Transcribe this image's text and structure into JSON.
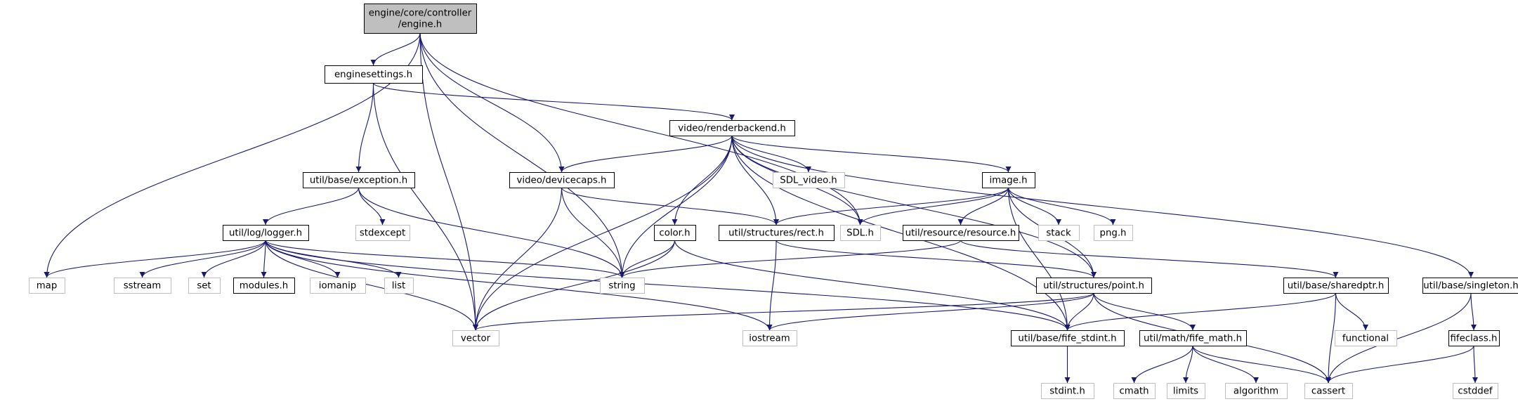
{
  "diagram": {
    "title": "",
    "colors": {
      "edge": "#191970",
      "focus_fill": "#bfbfbf",
      "doc_border": "#000000",
      "ext_border": "#bfbfbf",
      "ext_text": "#000000"
    },
    "nodes": [
      {
        "id": "engine",
        "lines": [
          "engine/core/controller",
          "/engine.h"
        ],
        "kind": "focus"
      },
      {
        "id": "enginesettings",
        "lines": [
          "enginesettings.h"
        ],
        "kind": "doc"
      },
      {
        "id": "renderbackend",
        "lines": [
          "video/renderbackend.h"
        ],
        "kind": "doc"
      },
      {
        "id": "exception",
        "lines": [
          "util/base/exception.h"
        ],
        "kind": "doc"
      },
      {
        "id": "devicecaps",
        "lines": [
          "video/devicecaps.h"
        ],
        "kind": "doc"
      },
      {
        "id": "sdlvideo",
        "lines": [
          "SDL_video.h"
        ],
        "kind": "ext"
      },
      {
        "id": "image",
        "lines": [
          "image.h"
        ],
        "kind": "doc"
      },
      {
        "id": "logger",
        "lines": [
          "util/log/logger.h"
        ],
        "kind": "doc"
      },
      {
        "id": "stdexcept",
        "lines": [
          "stdexcept"
        ],
        "kind": "ext"
      },
      {
        "id": "color",
        "lines": [
          "color.h"
        ],
        "kind": "doc"
      },
      {
        "id": "rect",
        "lines": [
          "util/structures/rect.h"
        ],
        "kind": "doc"
      },
      {
        "id": "sdl",
        "lines": [
          "SDL.h"
        ],
        "kind": "ext"
      },
      {
        "id": "resource",
        "lines": [
          "util/resource/resource.h"
        ],
        "kind": "doc"
      },
      {
        "id": "stack",
        "lines": [
          "stack"
        ],
        "kind": "ext"
      },
      {
        "id": "pngh",
        "lines": [
          "png.h"
        ],
        "kind": "ext"
      },
      {
        "id": "map",
        "lines": [
          "map"
        ],
        "kind": "ext"
      },
      {
        "id": "sstream",
        "lines": [
          "sstream"
        ],
        "kind": "ext"
      },
      {
        "id": "set",
        "lines": [
          "set"
        ],
        "kind": "ext"
      },
      {
        "id": "modules",
        "lines": [
          "modules.h"
        ],
        "kind": "doc"
      },
      {
        "id": "iomanip",
        "lines": [
          "iomanip"
        ],
        "kind": "ext"
      },
      {
        "id": "list",
        "lines": [
          "list"
        ],
        "kind": "ext"
      },
      {
        "id": "string",
        "lines": [
          "string"
        ],
        "kind": "ext"
      },
      {
        "id": "point",
        "lines": [
          "util/structures/point.h"
        ],
        "kind": "doc"
      },
      {
        "id": "sharedptr",
        "lines": [
          "util/base/sharedptr.h"
        ],
        "kind": "doc"
      },
      {
        "id": "singleton",
        "lines": [
          "util/base/singleton.h"
        ],
        "kind": "doc"
      },
      {
        "id": "vector",
        "lines": [
          "vector"
        ],
        "kind": "ext"
      },
      {
        "id": "iostream",
        "lines": [
          "iostream"
        ],
        "kind": "ext"
      },
      {
        "id": "fifestdint",
        "lines": [
          "util/base/fife_stdint.h"
        ],
        "kind": "doc"
      },
      {
        "id": "fifemath",
        "lines": [
          "util/math/fife_math.h"
        ],
        "kind": "doc"
      },
      {
        "id": "functional",
        "lines": [
          "functional"
        ],
        "kind": "ext"
      },
      {
        "id": "fifeclass",
        "lines": [
          "fifeclass.h"
        ],
        "kind": "doc"
      },
      {
        "id": "stdinth",
        "lines": [
          "stdint.h"
        ],
        "kind": "ext"
      },
      {
        "id": "cmath",
        "lines": [
          "cmath"
        ],
        "kind": "ext"
      },
      {
        "id": "limits",
        "lines": [
          "limits"
        ],
        "kind": "ext"
      },
      {
        "id": "algorithm",
        "lines": [
          "algorithm"
        ],
        "kind": "ext"
      },
      {
        "id": "cassert",
        "lines": [
          "cassert"
        ],
        "kind": "ext"
      },
      {
        "id": "cstddef",
        "lines": [
          "cstddef"
        ],
        "kind": "ext"
      }
    ],
    "edges": [
      {
        "from": "engine",
        "to": "enginesettings"
      },
      {
        "from": "engine",
        "to": "map"
      },
      {
        "from": "engine",
        "to": "vector"
      },
      {
        "from": "engine",
        "to": "string"
      },
      {
        "from": "engine",
        "to": "devicecaps"
      },
      {
        "from": "engine",
        "to": "sdl"
      },
      {
        "from": "enginesettings",
        "to": "renderbackend"
      },
      {
        "from": "enginesettings",
        "to": "exception"
      },
      {
        "from": "enginesettings",
        "to": "vector"
      },
      {
        "from": "renderbackend",
        "to": "devicecaps"
      },
      {
        "from": "renderbackend",
        "to": "sdlvideo"
      },
      {
        "from": "renderbackend",
        "to": "image"
      },
      {
        "from": "renderbackend",
        "to": "color"
      },
      {
        "from": "renderbackend",
        "to": "rect"
      },
      {
        "from": "renderbackend",
        "to": "sdl"
      },
      {
        "from": "renderbackend",
        "to": "string"
      },
      {
        "from": "renderbackend",
        "to": "vector"
      },
      {
        "from": "renderbackend",
        "to": "point"
      },
      {
        "from": "renderbackend",
        "to": "fifestdint"
      },
      {
        "from": "renderbackend",
        "to": "singleton"
      },
      {
        "from": "exception",
        "to": "logger"
      },
      {
        "from": "exception",
        "to": "stdexcept"
      },
      {
        "from": "exception",
        "to": "string"
      },
      {
        "from": "devicecaps",
        "to": "rect"
      },
      {
        "from": "devicecaps",
        "to": "string"
      },
      {
        "from": "devicecaps",
        "to": "vector"
      },
      {
        "from": "image",
        "to": "rect"
      },
      {
        "from": "image",
        "to": "sdl"
      },
      {
        "from": "image",
        "to": "resource"
      },
      {
        "from": "image",
        "to": "stack"
      },
      {
        "from": "image",
        "to": "pngh"
      },
      {
        "from": "image",
        "to": "point"
      },
      {
        "from": "image",
        "to": "fifestdint"
      },
      {
        "from": "logger",
        "to": "map"
      },
      {
        "from": "logger",
        "to": "sstream"
      },
      {
        "from": "logger",
        "to": "set"
      },
      {
        "from": "logger",
        "to": "modules"
      },
      {
        "from": "logger",
        "to": "iomanip"
      },
      {
        "from": "logger",
        "to": "list"
      },
      {
        "from": "logger",
        "to": "string"
      },
      {
        "from": "logger",
        "to": "vector"
      },
      {
        "from": "logger",
        "to": "iostream"
      },
      {
        "from": "logger",
        "to": "fifestdint"
      },
      {
        "from": "color",
        "to": "string"
      },
      {
        "from": "color",
        "to": "vector"
      },
      {
        "from": "color",
        "to": "fifestdint"
      },
      {
        "from": "rect",
        "to": "point"
      },
      {
        "from": "rect",
        "to": "iostream"
      },
      {
        "from": "resource",
        "to": "string"
      },
      {
        "from": "resource",
        "to": "sharedptr"
      },
      {
        "from": "point",
        "to": "vector"
      },
      {
        "from": "point",
        "to": "iostream"
      },
      {
        "from": "point",
        "to": "fifestdint"
      },
      {
        "from": "point",
        "to": "fifemath"
      },
      {
        "from": "point",
        "to": "cassert"
      },
      {
        "from": "sharedptr",
        "to": "fifestdint"
      },
      {
        "from": "sharedptr",
        "to": "functional"
      },
      {
        "from": "sharedptr",
        "to": "cassert"
      },
      {
        "from": "singleton",
        "to": "fifeclass"
      },
      {
        "from": "singleton",
        "to": "cassert"
      },
      {
        "from": "fifestdint",
        "to": "stdinth"
      },
      {
        "from": "fifemath",
        "to": "cmath"
      },
      {
        "from": "fifemath",
        "to": "limits"
      },
      {
        "from": "fifemath",
        "to": "algorithm"
      },
      {
        "from": "fifemath",
        "to": "cassert"
      },
      {
        "from": "fifeclass",
        "to": "cassert"
      },
      {
        "from": "fifeclass",
        "to": "cstddef"
      }
    ]
  }
}
